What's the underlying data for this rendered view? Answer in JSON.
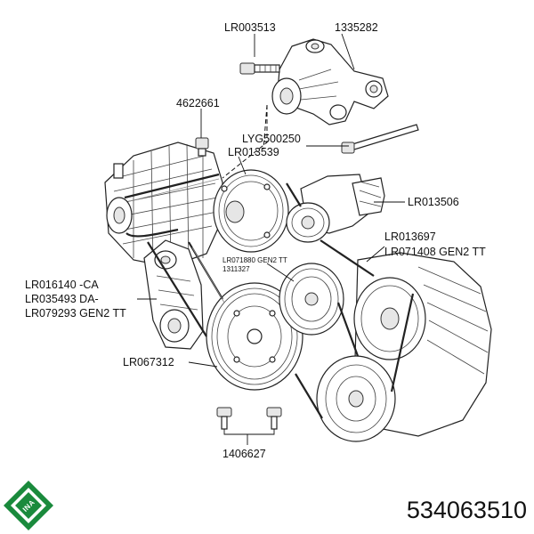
{
  "labels": {
    "lr003513": "LR003513",
    "p1335282": "1335282",
    "p4622661": "4622661",
    "lyg500250": "LYG500250",
    "lr013539": "LR013539",
    "lr013506": "LR013506",
    "lr013697": "LR013697",
    "lr071408": "LR071408 GEN2 TT",
    "lr071880": "LR071880 GEN2 TT",
    "p1311327": "1311327",
    "lr016140": "LR016140 -CA",
    "lr035493": "LR035493 DA-",
    "lr079293": "LR079293 GEN2 TT",
    "lr067312": "LR067312",
    "p1406627": "1406627"
  },
  "logo": {
    "text": "INA",
    "color": "#1a8a3c"
  },
  "part_number": "534063510"
}
